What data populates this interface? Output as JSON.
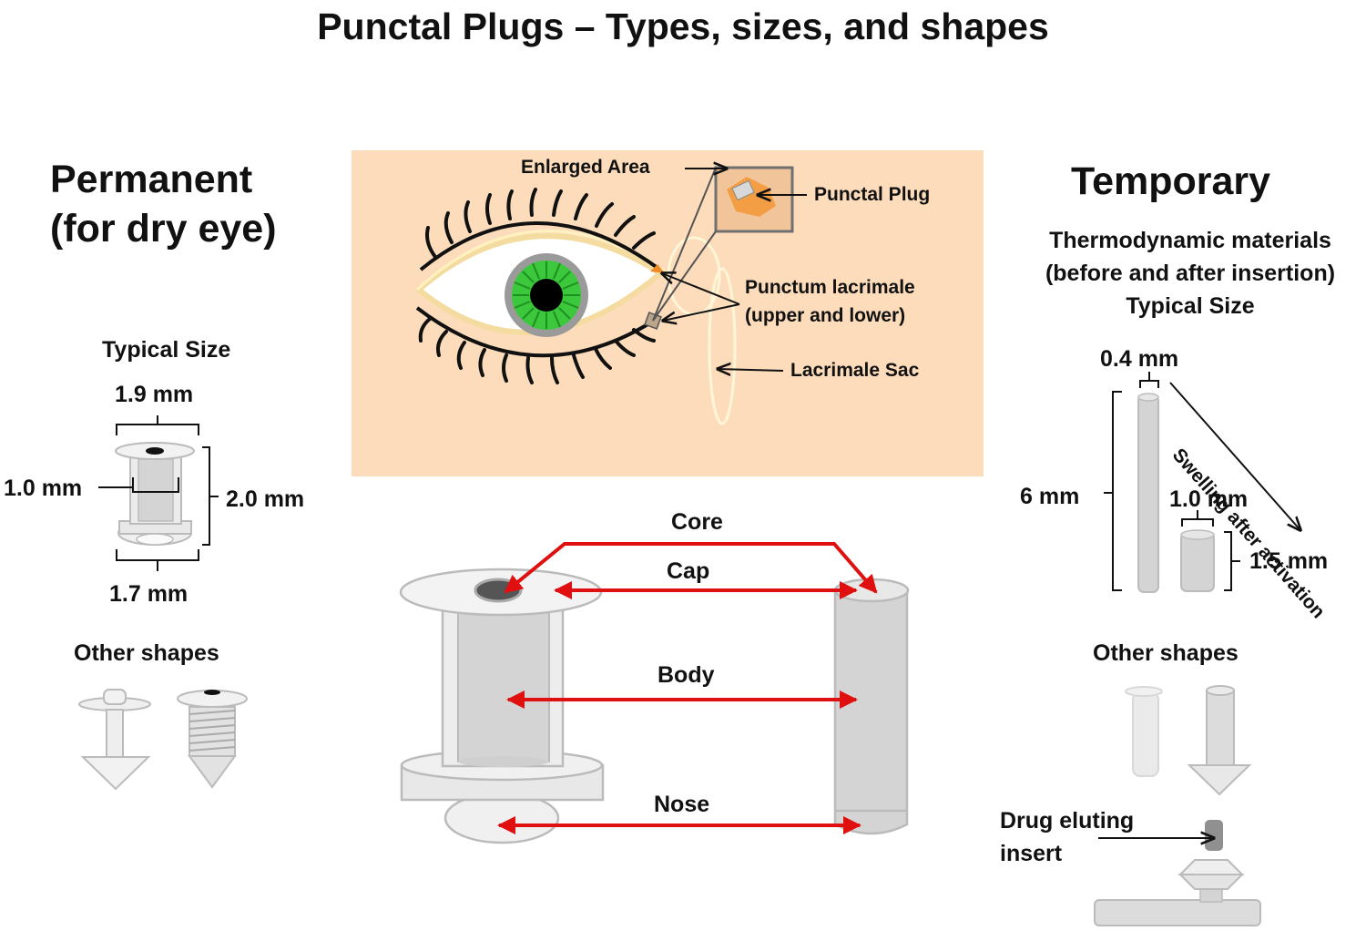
{
  "title": "Punctal Plugs – Types, sizes, and shapes",
  "permanent": {
    "heading_line1": "Permanent",
    "heading_line2": "(for dry eye)",
    "typical_size": "Typical Size",
    "top_width": "1.9 mm",
    "inner_width": "1.0 mm",
    "height": "2.0 mm",
    "bottom_width": "1.7 mm",
    "other_shapes": "Other shapes"
  },
  "eye": {
    "enlarged_area": "Enlarged Area",
    "punctal_plug": "Punctal Plug",
    "punctum_line1": "Punctum lacrimale",
    "punctum_line2": "(upper and lower)",
    "lacrimale_sac": "Lacrimale Sac"
  },
  "parts": {
    "core": "Core",
    "cap": "Cap",
    "body": "Body",
    "nose": "Nose"
  },
  "temporary": {
    "heading": "Temporary",
    "desc_line1": "Thermodynamic materials",
    "desc_line2": "(before and after insertion)",
    "typical_size": "Typical Size",
    "before_width": "0.4 mm",
    "before_length": "6 mm",
    "after_width": "1.0 mm",
    "after_length": "1.5 mm",
    "swelling": "Swelling after activation",
    "other_shapes": "Other shapes",
    "drug_line1": "Drug eluting",
    "drug_line2": "insert"
  },
  "colors": {
    "peach_panel": "#fddcbc",
    "arrow_red": "#e01010",
    "iris_green": "#3cc83c",
    "plug_gray": "#d4d4d4"
  }
}
